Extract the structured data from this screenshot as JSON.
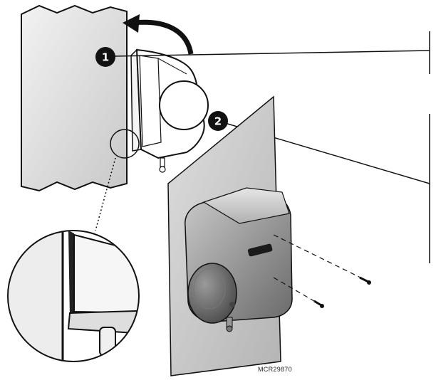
{
  "callouts": [
    {
      "number": "1"
    },
    {
      "number": "2"
    }
  ],
  "figure_code": "MCR29870",
  "colors": {
    "wall": "#dcdcdc",
    "plate": "#cfcfcf",
    "body_dark": "#8a8a8a",
    "body_light": "#b9b9b9",
    "stroke": "#111111",
    "callout_fill": "#111111"
  }
}
